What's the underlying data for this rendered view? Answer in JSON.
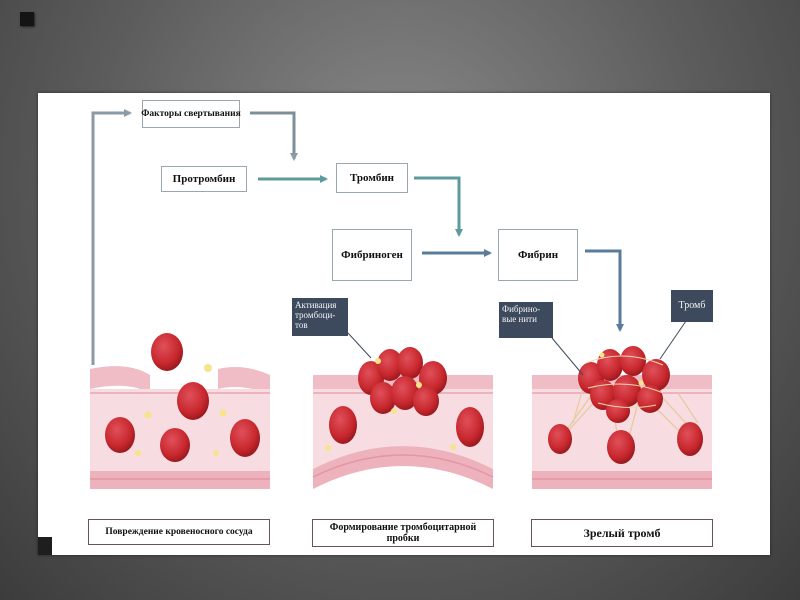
{
  "boxes": {
    "clotting_factors": "Факторы свертывания",
    "prothrombin": "Протромбин",
    "thrombin": "Тромбин",
    "fibrinogen": "Фибриноген",
    "fibrin": "Фибрин"
  },
  "callouts": {
    "platelet_activation": "Активация тромбоци-тов",
    "fibrin_threads": "Фибрино-вые нити",
    "thrombus": "Тромб"
  },
  "captions": {
    "vessel_damage": "Повреждение кровеносного сосуда",
    "platelet_plug": "Формирование тромбоцитарной пробки",
    "mature_clot": "Зрелый тромб"
  },
  "colors": {
    "arrow_gray": "#8a9aa6",
    "arrow_teal": "#5e9a9a",
    "arrow_blue": "#5a7c9c",
    "vessel_pink": "#f2c8cf",
    "vessel_stripe": "#e4a4b0",
    "blood_cell": "#c8282e",
    "platelet": "#f6e38a",
    "callout_bg": "#3d4a5e"
  }
}
